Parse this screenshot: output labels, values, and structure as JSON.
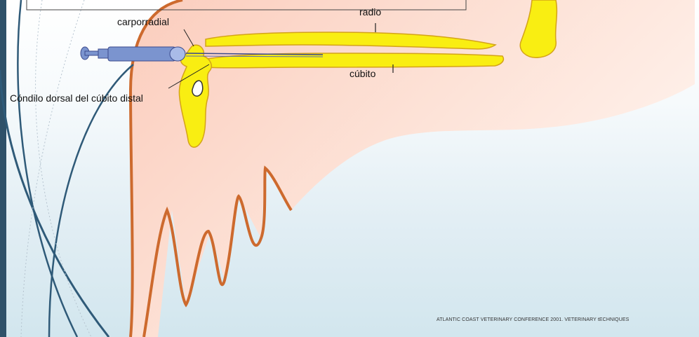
{
  "labels": {
    "carporradial": "carporradial",
    "radio": "radio",
    "cubito": "cúbito",
    "condilo": "Cóndilo dorsal del cúbito distal"
  },
  "credit": "ATLANTIC COAST VETERINARY CONFERENCE 2001. VETERINARY tECHNIQUES",
  "colors": {
    "skin": "#fcd6c9",
    "outline": "#cd6a2e",
    "bone": "#f9ee12",
    "bone_edge": "#d4a319",
    "syringe": "#7b94cf",
    "left_bar": "#2f5169",
    "swoosh": "#2f5a78"
  }
}
